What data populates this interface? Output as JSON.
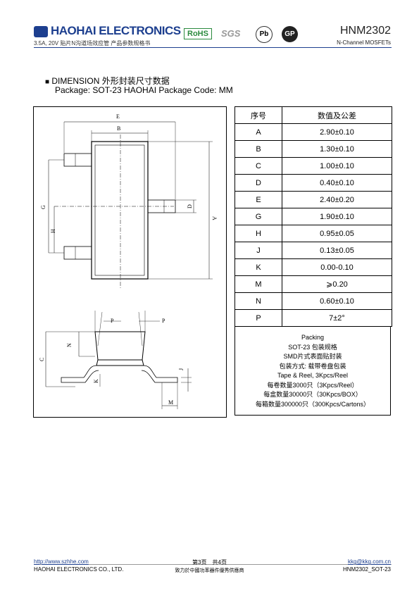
{
  "header": {
    "brand": "HAOHAI ELECTRONICS",
    "subtitle": "3.5A, 20V 贴片N沟道场效应管 产品参数规格书",
    "cert_rohs": "RoHS",
    "cert_sgs": "SGS",
    "cert_pb": "Pb",
    "cert_gp": "GP",
    "part_number": "HNM2302",
    "part_type": "N-Channel MOSFETs"
  },
  "section": {
    "title": "DIMENSION 外形封装尺寸数据",
    "package": "Package: SOT-23 HAOHAI Package Code: MM"
  },
  "drawing_labels": {
    "E": "E",
    "B": "B",
    "G": "G",
    "H": "H",
    "D": "D",
    "A": "A",
    "P1": "P",
    "P2": "P",
    "N": "N",
    "C": "C",
    "K": "K",
    "J": "J",
    "M": "M"
  },
  "table": {
    "header_col1": "序号",
    "header_col2": "数值及公差",
    "rows": [
      {
        "name": "A",
        "value": "2.90±0.10"
      },
      {
        "name": "B",
        "value": "1.30±0.10"
      },
      {
        "name": "C",
        "value": "1.00±0.10"
      },
      {
        "name": "D",
        "value": "0.40±0.10"
      },
      {
        "name": "E",
        "value": "2.40±0.20"
      },
      {
        "name": "G",
        "value": "1.90±0.10"
      },
      {
        "name": "H",
        "value": "0.95±0.05"
      },
      {
        "name": "J",
        "value": "0.13±0.05"
      },
      {
        "name": "K",
        "value": "0.00-0.10"
      },
      {
        "name": "M",
        "value": "⩾0.20"
      },
      {
        "name": "N",
        "value": "0.60±0.10"
      },
      {
        "name": "P",
        "value": "7±2°"
      }
    ]
  },
  "packing": {
    "l1": "Packing",
    "l2": "SOT-23 包装规格",
    "l3": "SMD片式表面贴封装",
    "l4": "包装方式: 载带卷盘包装",
    "l5": "Tape & Reel, 3Kpcs/Reel",
    "l6": "每卷数量3000只（3Kpcs/Reel）",
    "l7": "每盒数量30000只（30Kpcs/BOX）",
    "l8": "每箱数量300000只（300Kpcs/Cartons）"
  },
  "footer": {
    "url": "http://www.szhhe.com",
    "company": "HAOHAI ELECTRONICS CO., LTD.",
    "page": "第3页　共4页",
    "slogan": "致力於中國功率器件優秀供應商",
    "email": "kkg@kkg.com.cn",
    "doc": "HNM2302_SOT-23"
  }
}
